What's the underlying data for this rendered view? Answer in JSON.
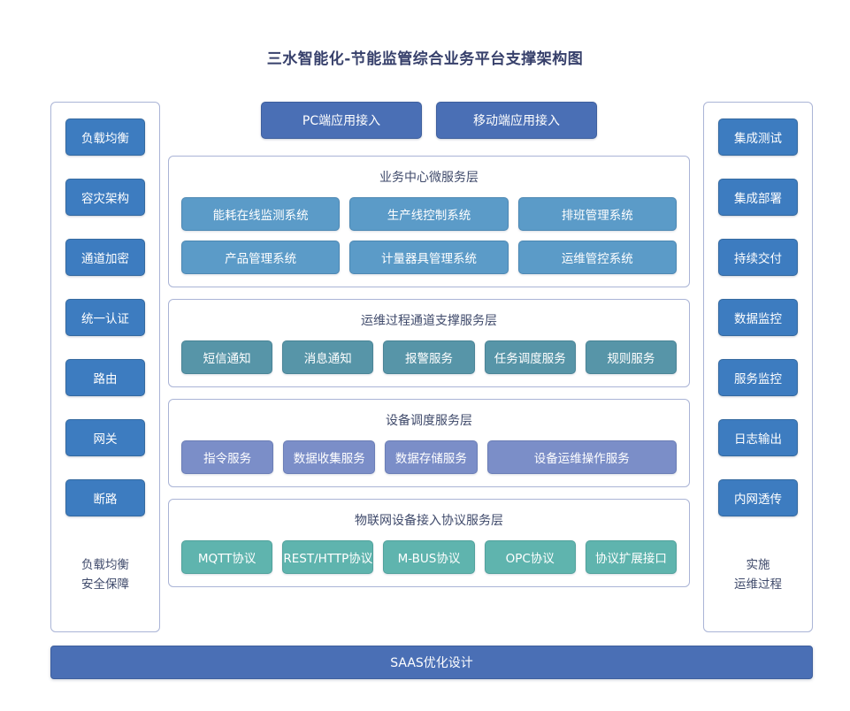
{
  "title": "三水智能化-节能监管综合业务平台支撑架构图",
  "colors": {
    "title_text": "#37406b",
    "sidebar_button": "#3d7cc0",
    "access_button": "#4a6fb5",
    "business_card": "#5b9bc8",
    "ops_card": "#5795a8",
    "device_card": "#7b8ec8",
    "protocol_card": "#5fb4ae",
    "panel_border": "#aab4d6",
    "layer_title_text": "#3f4a6b",
    "background": "#ffffff"
  },
  "left_column": {
    "items": [
      {
        "label": "负载均衡"
      },
      {
        "label": "容灾架构"
      },
      {
        "label": "通道加密"
      },
      {
        "label": "统一认证"
      },
      {
        "label": "路由"
      },
      {
        "label": "网关"
      },
      {
        "label": "断路"
      }
    ],
    "footer": [
      {
        "text": "负载均衡"
      },
      {
        "text": "安全保障"
      }
    ]
  },
  "right_column": {
    "items": [
      {
        "label": "集成测试"
      },
      {
        "label": "集成部署"
      },
      {
        "label": "持续交付"
      },
      {
        "label": "数据监控"
      },
      {
        "label": "服务监控"
      },
      {
        "label": "日志输出"
      },
      {
        "label": "内网透传"
      }
    ],
    "footer": [
      {
        "text": "实施"
      },
      {
        "text": "运维过程"
      }
    ]
  },
  "access_row": [
    {
      "label": "PC端应用接入"
    },
    {
      "label": "移动端应用接入"
    }
  ],
  "layers": [
    {
      "title": "业务中心微服务层",
      "rows": [
        [
          {
            "label": "能耗在线监测系统"
          },
          {
            "label": "生产线控制系统"
          },
          {
            "label": "排班管理系统"
          }
        ],
        [
          {
            "label": "产品管理系统"
          },
          {
            "label": "计量器具管理系统"
          },
          {
            "label": "运维管控系统"
          }
        ]
      ]
    },
    {
      "title": "运维过程通道支撑服务层",
      "rows": [
        [
          {
            "label": "短信通知"
          },
          {
            "label": "消息通知"
          },
          {
            "label": "报警服务"
          },
          {
            "label": "任务调度服务"
          },
          {
            "label": "规则服务"
          }
        ]
      ]
    },
    {
      "title": "设备调度服务层",
      "rows": [
        [
          {
            "label": "指令服务"
          },
          {
            "label": "数据收集服务"
          },
          {
            "label": "数据存储服务"
          },
          {
            "label": "设备运维操作服务",
            "wide": true
          }
        ]
      ]
    },
    {
      "title": "物联网设备接入协议服务层",
      "rows": [
        [
          {
            "label": "MQTT协议"
          },
          {
            "label": "REST/HTTP协议"
          },
          {
            "label": "M-BUS协议"
          },
          {
            "label": "OPC协议"
          },
          {
            "label": "协议扩展接口"
          }
        ]
      ]
    }
  ],
  "bottom_bar": {
    "label": "SAAS优化设计"
  }
}
